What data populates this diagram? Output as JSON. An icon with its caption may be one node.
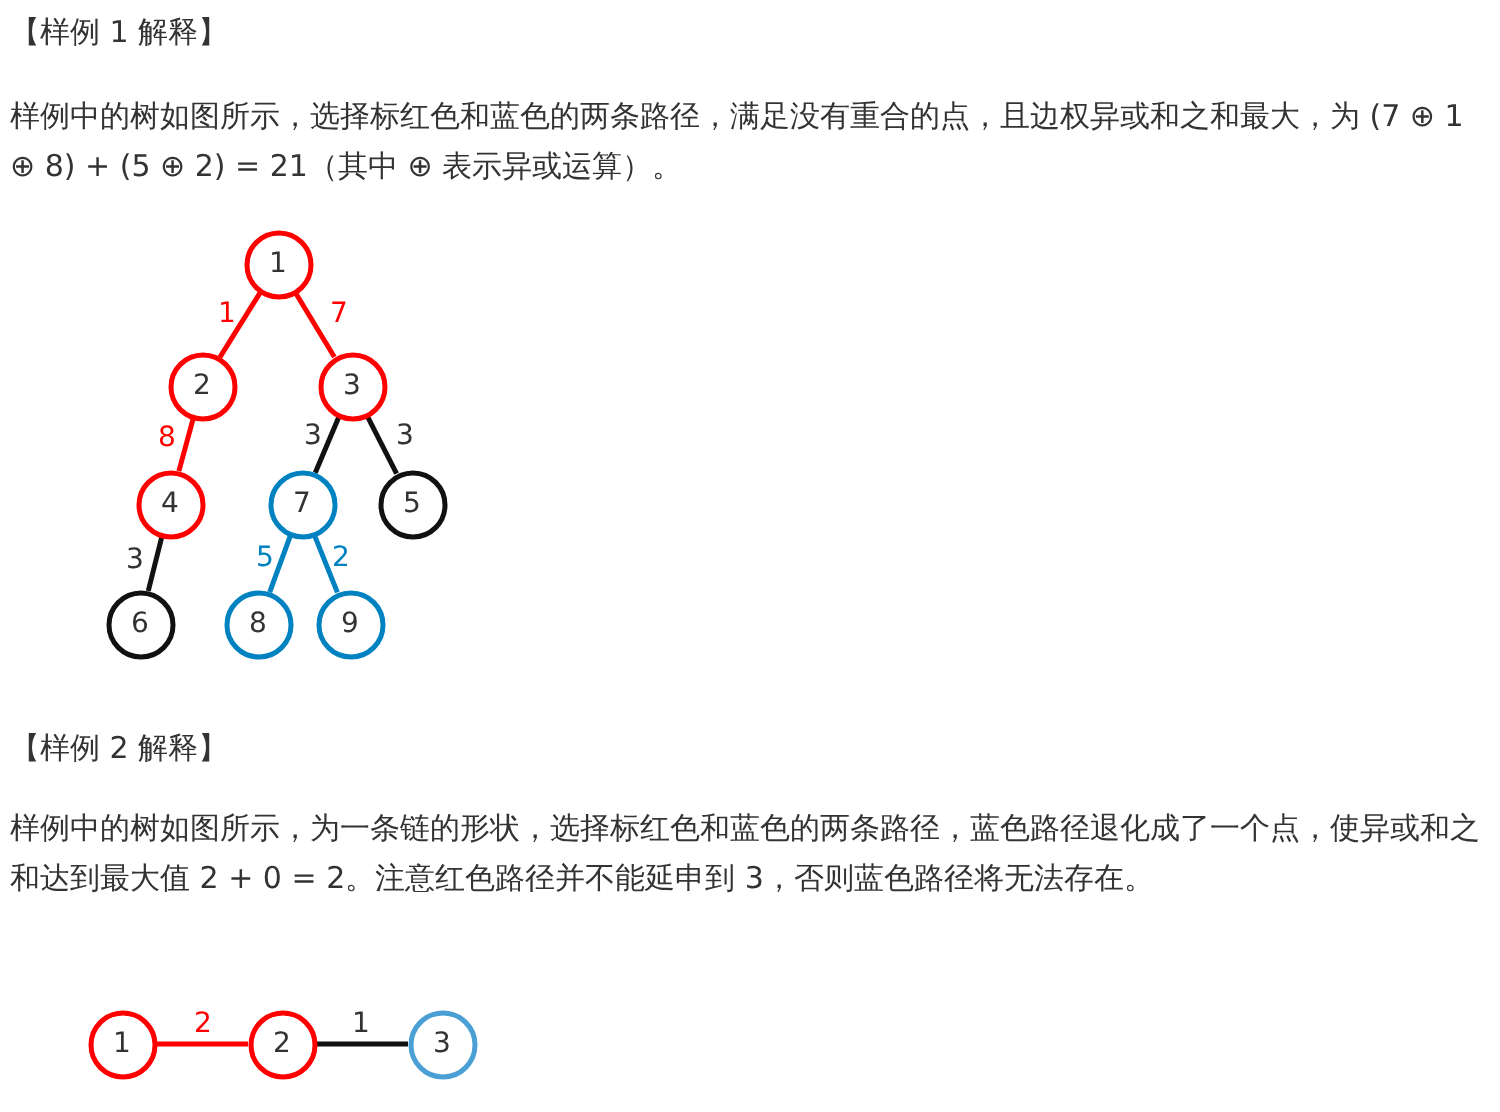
{
  "diagram": {
    "nodes": [
      {
        "text": [
          "1"
        ]
      },
      {
        "text": [
          "2"
        ]
      },
      {
        "text": [
          "3"
        ]
      },
      {
        "text": [
          "4"
        ]
      },
      {
        "text": [
          "7"
        ]
      },
      {
        "text": [
          "5"
        ]
      },
      {
        "text": [
          "6"
        ]
      },
      {
        "text": [
          "8"
        ]
      },
      {
        "text": [
          "9"
        ]
      },
      {
        "text": [
          "1"
        ]
      },
      {
        "text": [
          "2"
        ]
      },
      {
        "text": [
          "3"
        ]
      }
    ],
    "edges": [
      {
        "from": 0,
        "to": 1,
        "arrow": "none",
        "label": "1",
        "color": "#ff0000"
      },
      {
        "from": 0,
        "to": 2,
        "arrow": "none",
        "label": "7",
        "color": "#ff0000"
      },
      {
        "from": 1,
        "to": 3,
        "arrow": "none",
        "label": "8",
        "color": "#ff0000"
      },
      {
        "from": 2,
        "to": 4,
        "arrow": "none",
        "label": "3",
        "color": "#111111"
      },
      {
        "from": 2,
        "to": 5,
        "arrow": "none",
        "label": "3",
        "color": "#111111"
      },
      {
        "from": 3,
        "to": 6,
        "arrow": "none",
        "label": "3",
        "color": "#111111"
      },
      {
        "from": 4,
        "to": 7,
        "arrow": "none",
        "label": "5",
        "color": "#0082c0"
      },
      {
        "from": 4,
        "to": 8,
        "arrow": "none",
        "label": "2",
        "color": "#0082c0"
      },
      {
        "from": 9,
        "to": 10,
        "arrow": "none",
        "label": "2",
        "color": "#ff0000"
      },
      {
        "from": 10,
        "to": 11,
        "arrow": "none",
        "label": "1",
        "color": "#111111"
      }
    ],
    "labels": [
      "【样例 1 解释】",
      "样例中的树如图所示，选择标红色和蓝色的两条路径，满足没有重合的点，且边权异或和之和最大，为 (7 ⊕ 1 ⊕ 8) + (5 ⊕ 2) = 21（其中 ⊕ 表示异或运算）。",
      "【样例 2 解释】",
      "样例中的树如图所示，为一条链的形状，选择标红色和蓝色的两条路径，蓝色路径退化成了一个点，使异或和之和达到最大值 2 + 0 = 2。注意红色路径并不能延申到 3，否则蓝色路径将无法存在。"
    ]
  }
}
